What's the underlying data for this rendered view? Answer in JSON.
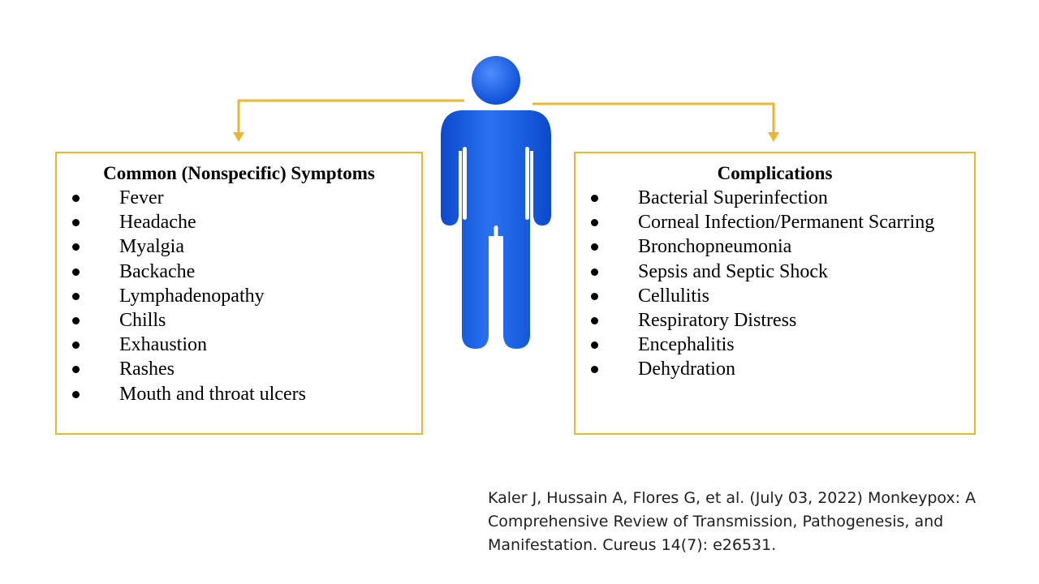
{
  "colors": {
    "connector": "#E8B830",
    "box_border": "#E8B830",
    "figure_fill": "#1560E8"
  },
  "figure": {
    "icon": "person-icon"
  },
  "left_box": {
    "title": "Common (Nonspecific) Symptoms",
    "items": [
      "Fever",
      "Headache",
      "Myalgia",
      "Backache",
      "Lymphadenopathy",
      "Chills",
      "Exhaustion",
      "Rashes",
      "Mouth and throat ulcers"
    ]
  },
  "right_box": {
    "title": "Complications",
    "items": [
      "Bacterial Superinfection",
      "Corneal Infection/Permanent Scarring",
      "Bronchopneumonia",
      "Sepsis and Septic Shock",
      "Cellulitis",
      "Respiratory Distress",
      "Encephalitis",
      "Dehydration"
    ]
  },
  "citation": "Kaler J, Hussain A, Flores G, et al. (July 03, 2022) Monkeypox: A Comprehensive Review of Transmission, Pathogenesis, and Manifestation. Cureus 14(7): e26531."
}
